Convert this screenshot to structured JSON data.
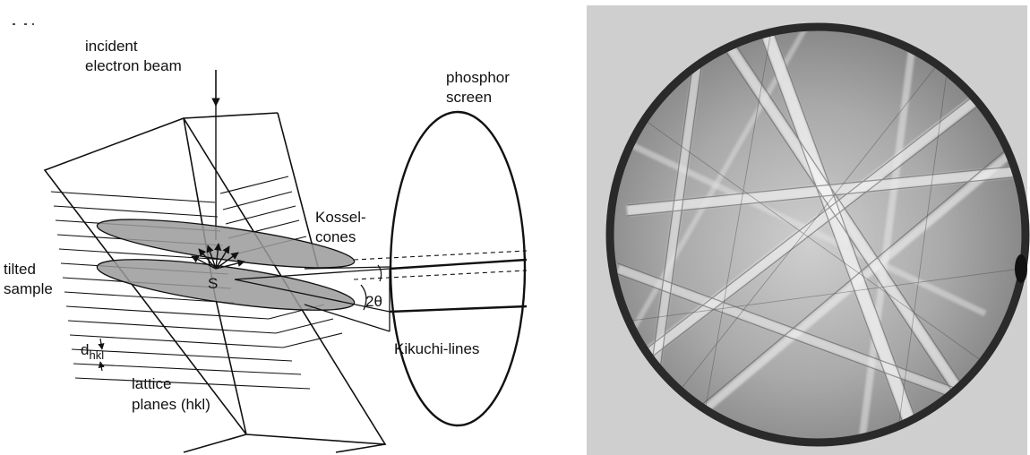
{
  "diagram": {
    "labels": {
      "incident_line1": "incident",
      "incident_line2": "electron beam",
      "phosphor_line1": "phosphor",
      "phosphor_line2": "screen",
      "kossel_line1": "Kossel-",
      "kossel_line2": "cones",
      "tilted_line1": "tilted",
      "tilted_line2": "sample",
      "source_point": "S",
      "angle": "2θ",
      "kikuchi": "Kikuchi-lines",
      "dhkl_main": "d",
      "dhkl_sub": "hkl",
      "lattice_line1": "lattice",
      "lattice_line2": "planes (hkl)"
    }
  },
  "pattern": {
    "kind": "Kikuchi diffraction pattern on phosphor screen"
  }
}
